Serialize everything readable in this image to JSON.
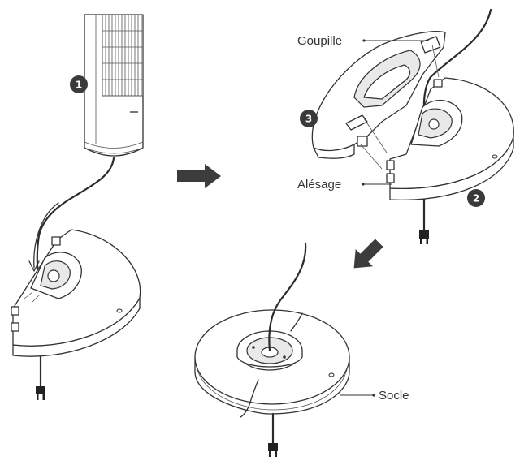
{
  "labels": {
    "goupille": "Goupille",
    "alesage": "Alésage",
    "socle": "Socle"
  },
  "steps": [
    "1",
    "2",
    "3"
  ],
  "colors": {
    "ink": "#333333",
    "badge": "#3a3a3a",
    "arrow": "#3c3c3c"
  },
  "icons": [
    "power-plug-icon",
    "step-arrow-icon"
  ]
}
